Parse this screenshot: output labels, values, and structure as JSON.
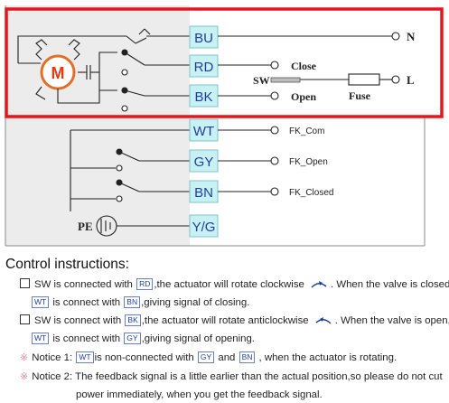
{
  "diagram": {
    "terminals": [
      {
        "id": "bu",
        "label": "BU"
      },
      {
        "id": "rd",
        "label": "RD"
      },
      {
        "id": "bk",
        "label": "BK"
      },
      {
        "id": "wt",
        "label": "WT"
      },
      {
        "id": "gy",
        "label": "GY"
      },
      {
        "id": "bn",
        "label": "BN"
      },
      {
        "id": "yg",
        "label": "Y/G"
      }
    ],
    "motor_label": "M",
    "pe_label": "PE",
    "n_label": "N",
    "l_label": "L",
    "sw_label": "SW",
    "close_label": "Close",
    "open_label": "Open",
    "fuse_label": "Fuse",
    "fk_com": "FK_Com",
    "fk_open": "FK_Open",
    "fk_closed": "FK_Closed",
    "colors": {
      "highlight_border": "#e8141c",
      "terminal_fill": "#c8f1f3",
      "terminal_border": "#7cc4c8",
      "terminal_text": "#1f3f9c",
      "motor_ring": "#e07028",
      "motor_letter": "#e23a10",
      "diagram_bg": "#ececec",
      "fuse_fill": "#bdbdbd"
    }
  },
  "instructions": {
    "heading": "Control instructions:",
    "l1": {
      "a": "SW is connected with",
      "t1": "RD",
      "b": ",the actuator will rotate clockwise",
      "c": ". When the valve is closed,"
    },
    "l2": {
      "t1": "WT",
      "a": "is connect with",
      "t2": "BN",
      "b": ",giving signal of closing."
    },
    "l3": {
      "a": "SW is connect with",
      "t1": "BK",
      "b": ",the actuator will rotate anticlockwise",
      "c": ". When the valve is open,"
    },
    "l4": {
      "t1": "WT",
      "a": "is connect with",
      "t2": "GY",
      "b": ",giving signal of opening."
    },
    "n1": {
      "mark": "※",
      "a": "Notice 1:",
      "t1": "WT",
      "b": "is non-connected with",
      "t2": "GY",
      "c": "and",
      "t3": "BN",
      "d": ", when the actuator is rotating."
    },
    "n2": {
      "mark": "※",
      "a": "Notice 2: The feedback signal is a little earlier than the actual position,so please do not cut"
    },
    "n3": {
      "a": "power immediately, when you get the feedback signal."
    }
  }
}
